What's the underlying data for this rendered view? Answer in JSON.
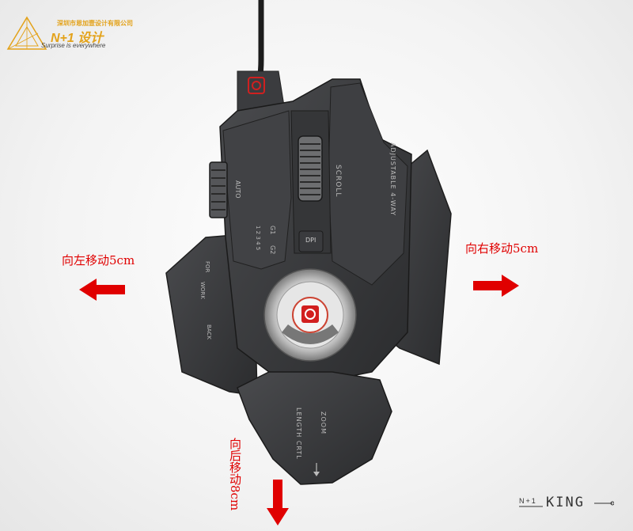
{
  "logo": {
    "company": "深圳市恩加壹设计有限公司",
    "main": "N+1 设计",
    "tagline": "Surprise is everywhere"
  },
  "annotations": {
    "left": "向左移动5cm",
    "right": "向右移动5cm",
    "back": "向后移动8cm"
  },
  "mouse_labels": {
    "scroll": "SCROLL",
    "auto": "AUTO",
    "dpi": "DPI",
    "g1": "G1",
    "g2": "G2",
    "modes": "1 2 3 4 5",
    "adjustable": "ADJUSTABLE 4-WAY",
    "length_ctrl": "LENGTH CRTL",
    "forward": "FOR",
    "work": "WORK",
    "back": "BACK",
    "zoom": "ZOOM"
  },
  "brand": {
    "prefix": "N+1",
    "name": "KING"
  },
  "colors": {
    "arrow": "#e00000",
    "logo": "#e3a21a",
    "mouse_body": "#3a3b3d"
  }
}
